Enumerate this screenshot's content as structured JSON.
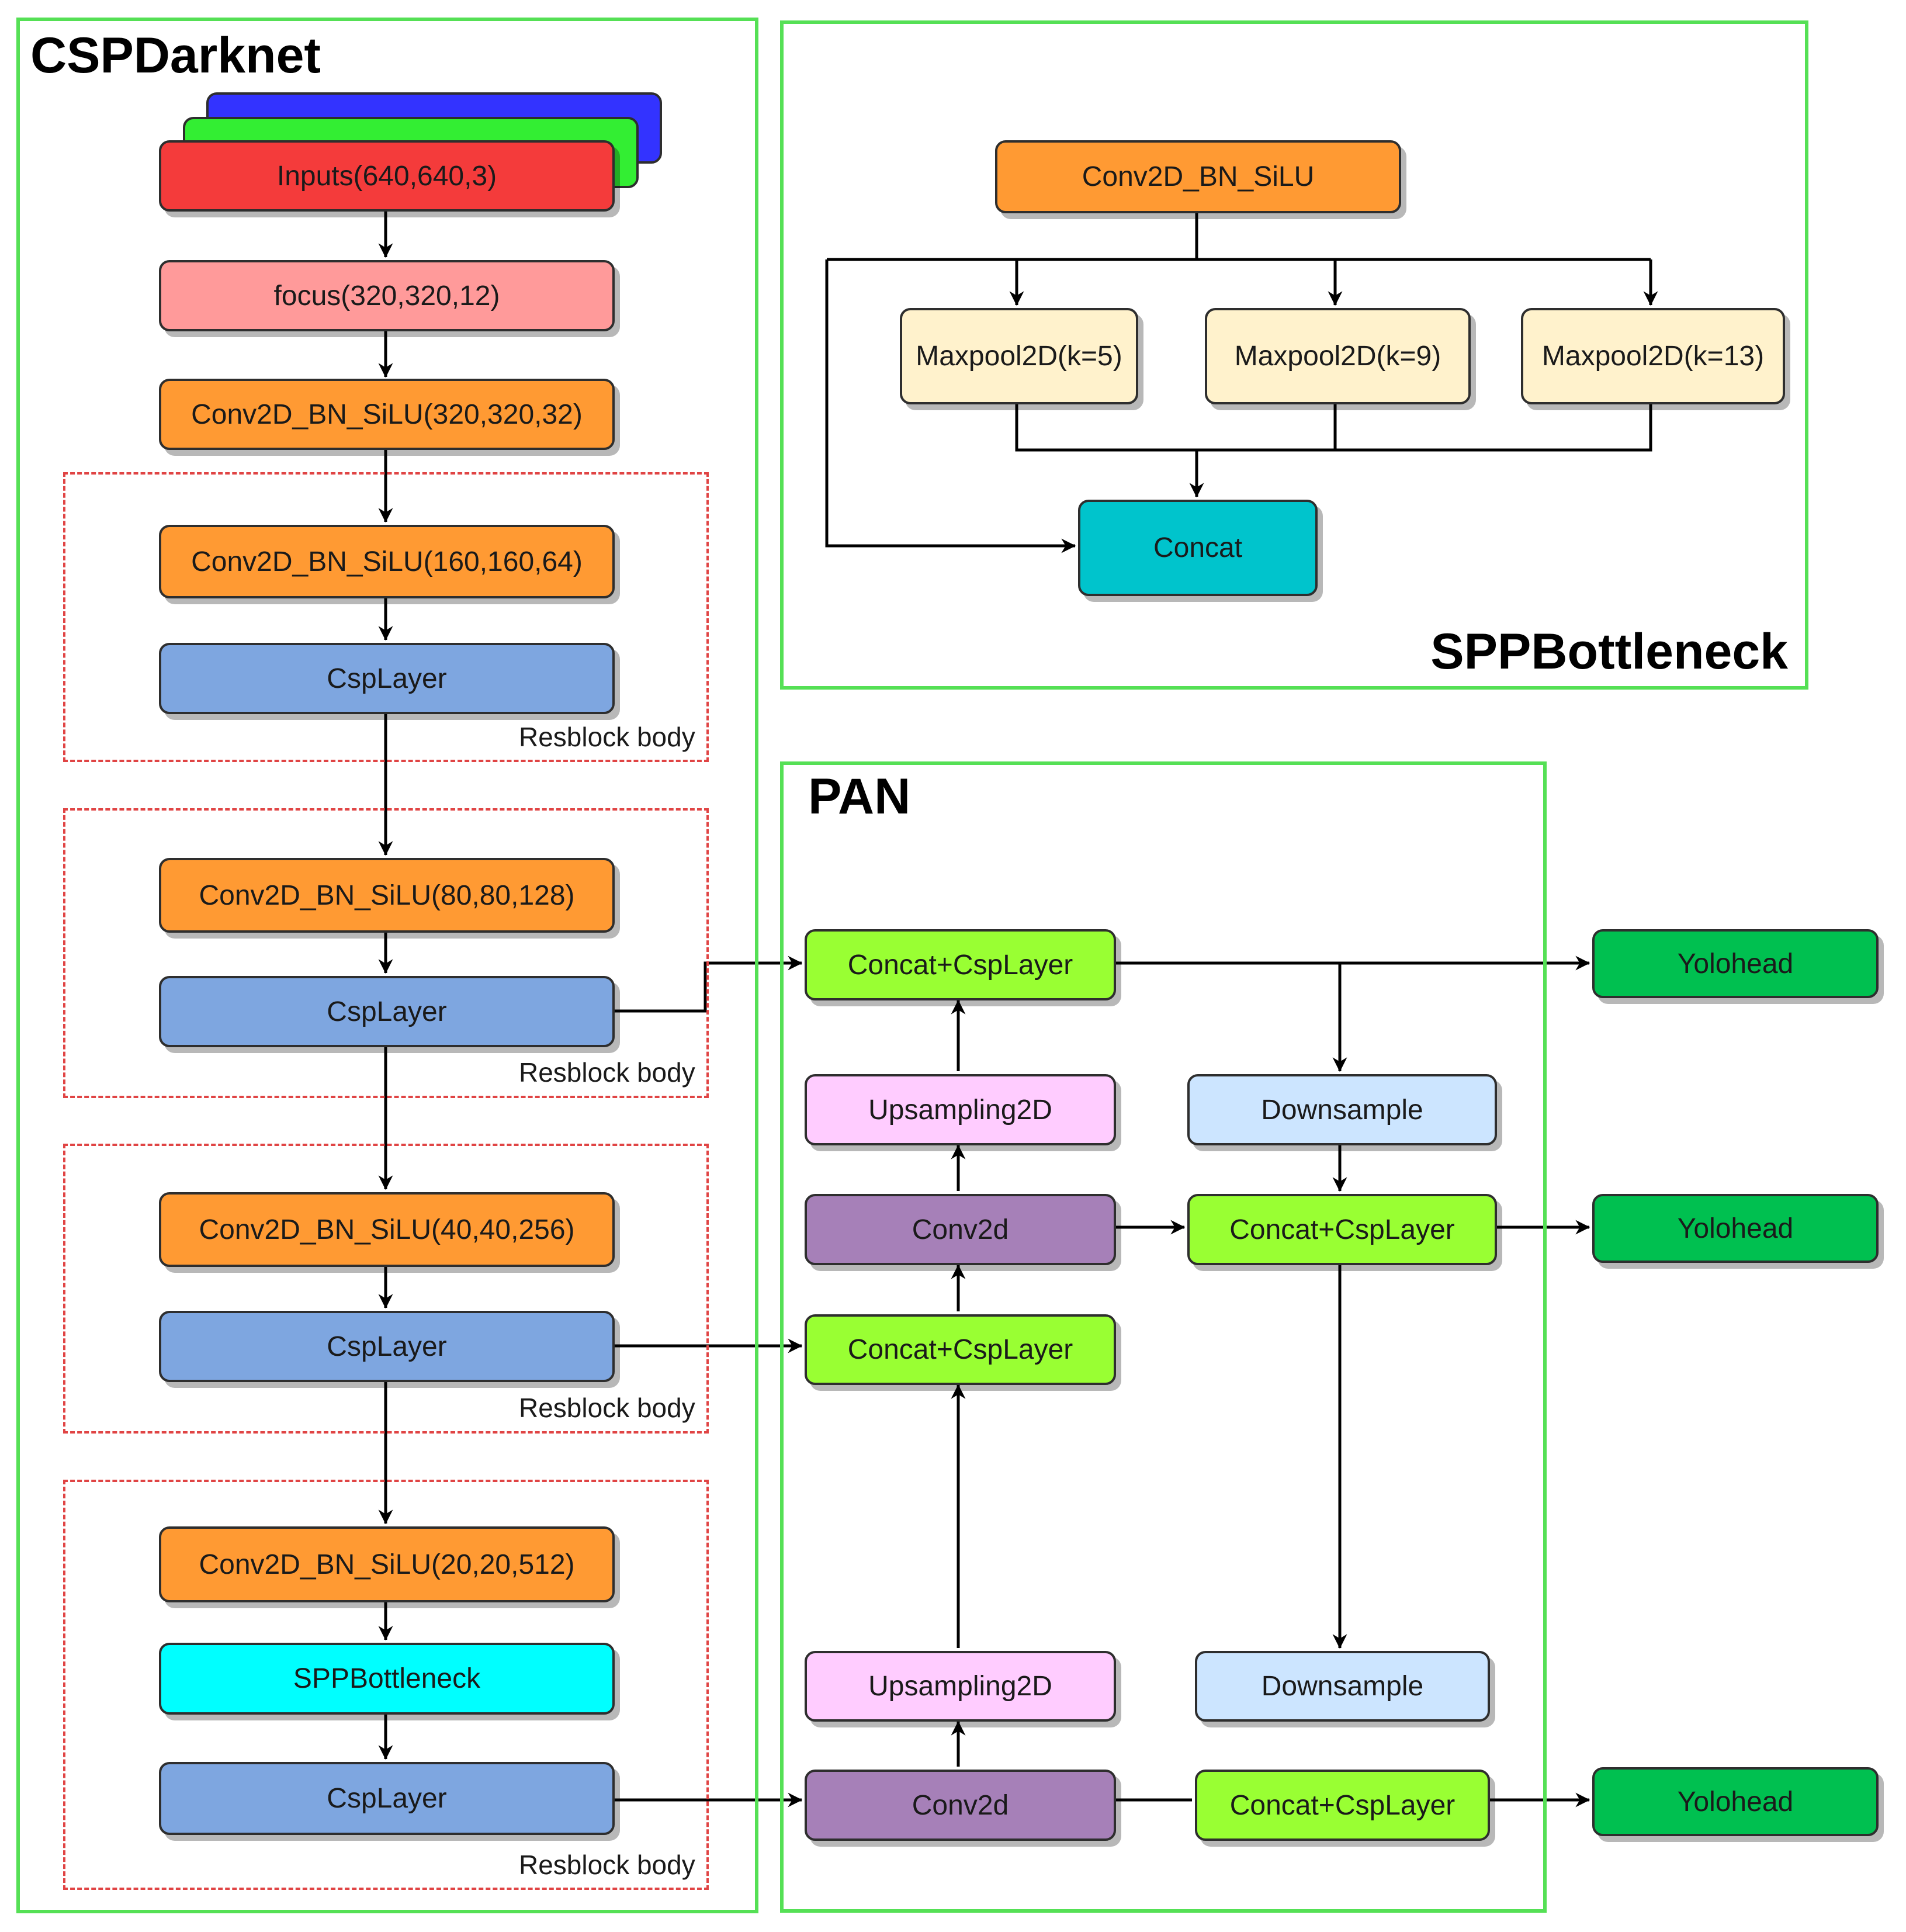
{
  "panels": {
    "cspdarknet_title": "CSPDarknet",
    "spp_title": "SPPBottleneck",
    "pan_title": "PAN"
  },
  "cspdarknet": {
    "inputs": "Inputs(640,640,3)",
    "focus": "focus(320,320,12)",
    "conv1": "Conv2D_BN_SiLU(320,320,32)",
    "conv2": "Conv2D_BN_SiLU(160,160,64)",
    "csp1": "CspLayer",
    "conv3": "Conv2D_BN_SiLU(80,80,128)",
    "csp2": "CspLayer",
    "conv4": "Conv2D_BN_SiLU(40,40,256)",
    "csp3": "CspLayer",
    "conv5": "Conv2D_BN_SiLU(20,20,512)",
    "spp": "SPPBottleneck",
    "csp4": "CspLayer",
    "resblock_label": "Resblock body"
  },
  "spp": {
    "conv": "Conv2D_BN_SiLU",
    "maxpool5": "Maxpool2D(k=5)",
    "maxpool9": "Maxpool2D(k=9)",
    "maxpool13": "Maxpool2D(k=13)",
    "concat": "Concat"
  },
  "pan": {
    "concat_csp_top": "Concat+CspLayer",
    "upsampling_top": "Upsampling2D",
    "conv2d_mid": "Conv2d",
    "concat_csp_mid_left": "Concat+CspLayer",
    "upsampling_bottom": "Upsampling2D",
    "conv2d_bottom": "Conv2d",
    "downsample_top": "Downsample",
    "concat_csp_mid_right": "Concat+CspLayer",
    "downsample_bottom": "Downsample",
    "concat_csp_bottom": "Concat+CspLayer",
    "yolohead": "Yolohead"
  },
  "colors": {
    "panel_border": "#55e055",
    "resblock_border": "#e04444",
    "input_red": "#f43b3b",
    "input_green": "#33ee33",
    "input_blue": "#3333ff",
    "focus_pink": "#ff9a9a",
    "conv_orange": "#ff9a33",
    "csp_blue": "#7ea6e0",
    "spp_cyan": "#00ffff",
    "maxpool_cream": "#fff2cc",
    "concat_teal": "#00c4cc",
    "concat_csp_green": "#99ff33",
    "upsampling_pink": "#ffccff",
    "conv2d_purple": "#a680b8",
    "downsample_blue": "#cce5ff",
    "yolohead_green": "#00c050"
  }
}
